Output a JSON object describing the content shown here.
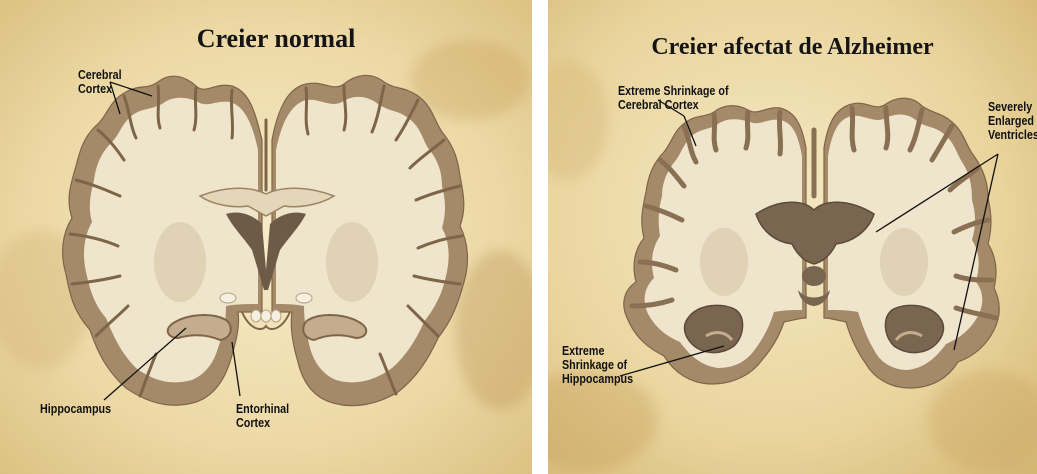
{
  "left_panel": {
    "title": "Creier normal",
    "labels": {
      "cortex": [
        "Cerebral",
        "Cortex"
      ],
      "hippocampus": [
        "Hippocampus"
      ],
      "entorhinal": [
        "Entorhinal",
        "Cortex"
      ]
    }
  },
  "right_panel": {
    "title": "Creier afectat de Alzheimer",
    "labels": {
      "cortex_shrinkage": [
        "Extreme Shrinkage of",
        "Cerebral Cortex"
      ],
      "ventricles": [
        "Severely",
        "Enlarged",
        "Ventricles"
      ],
      "hippocampus_shrinkage": [
        "Extreme",
        "Shrinkage of",
        "Hippocampus"
      ]
    }
  },
  "colors": {
    "background_gold": "#ead7a3",
    "grey_matter": "#a58a6a",
    "white_matter": "#efe4cc",
    "ventricle": "#6d5b47",
    "leader_line": "#111111"
  }
}
